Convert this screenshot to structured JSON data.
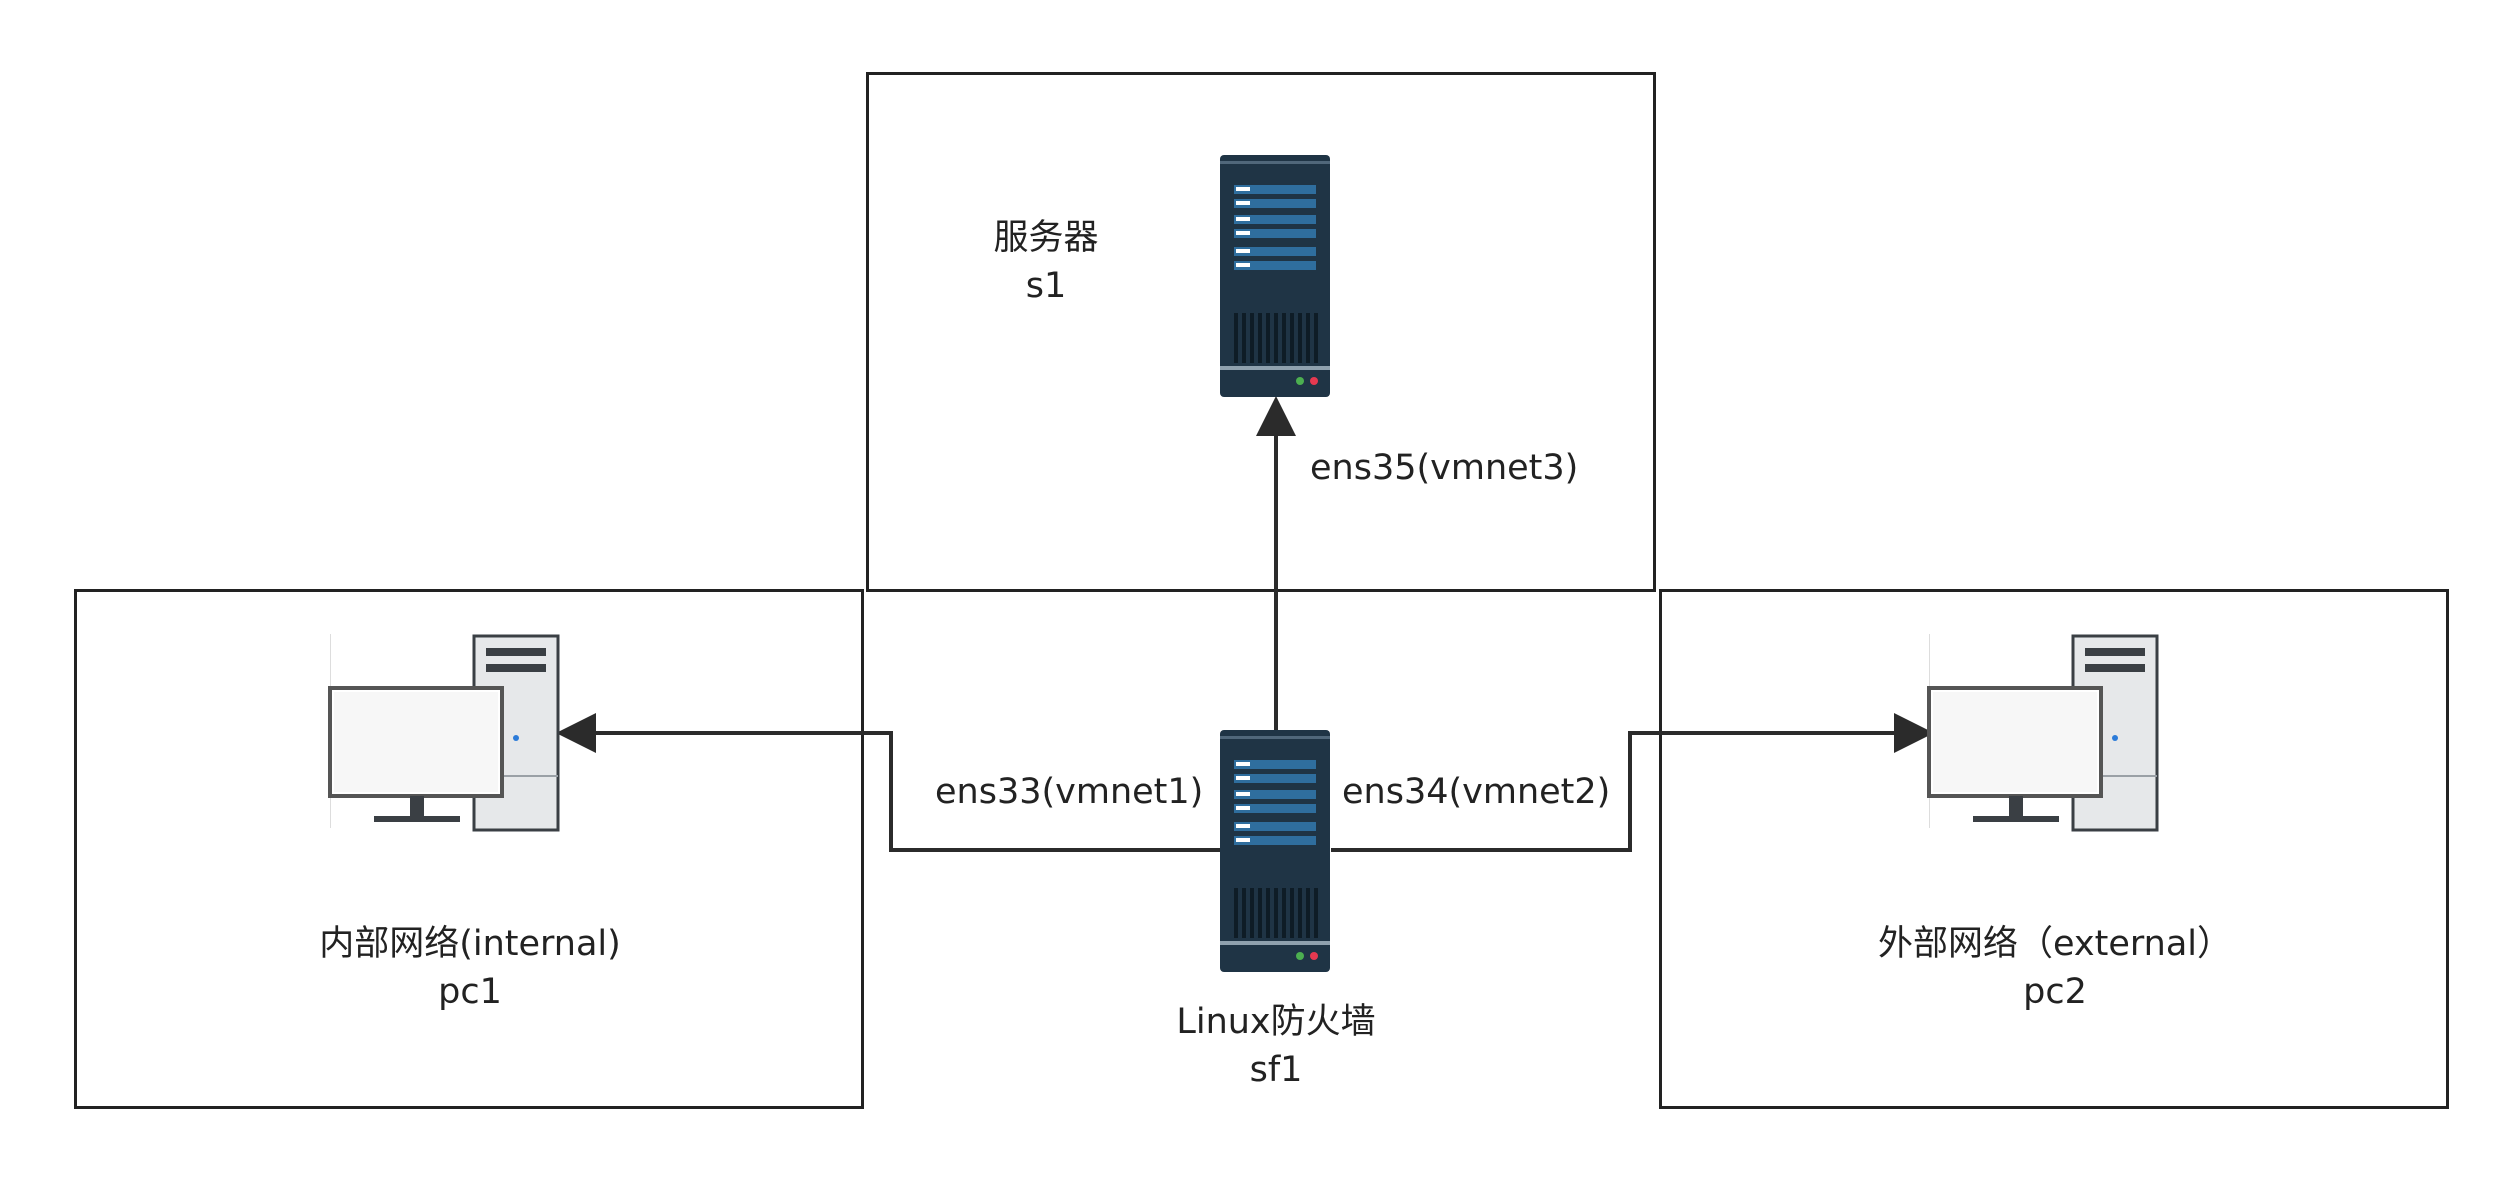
{
  "nodes": {
    "server": {
      "name": "服务器",
      "id": "s1"
    },
    "firewall": {
      "name": "Linux防火墙",
      "id": "sf1"
    },
    "internal": {
      "name": "内部网络(internal)",
      "id": "pc1"
    },
    "external": {
      "name": "外部网络（external）",
      "id": "pc2"
    }
  },
  "links": {
    "ens35": "ens35(vmnet3)",
    "ens33": "ens33(vmnet1)",
    "ens34": "ens34(vmnet2)"
  },
  "colors": {
    "server_body": "#1f3445",
    "server_panel": "#2f6e9e",
    "line": "#2b2b2b",
    "monitor_border": "#555555"
  }
}
